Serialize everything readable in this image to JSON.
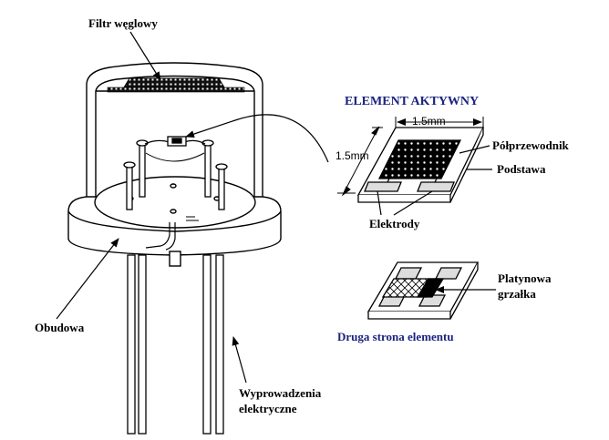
{
  "colors": {
    "accent": "#1a237e",
    "ink": "#000000"
  },
  "labels": {
    "filter": "Filtr węglowy",
    "active_element": "ELEMENT AKTYWNY",
    "dim_top": "1.5mm",
    "dim_left": "1.5mm",
    "semiconductor": "Półprzewodnik",
    "substrate": "Podstawa",
    "electrodes": "Elektrody",
    "heater_line1": "Platynowa",
    "heater_line2": "grzałka",
    "back_side": "Druga strona elementu",
    "housing": "Obudowa",
    "leads_line1": "Wyprowadzenia",
    "leads_line2": "elektryczne"
  }
}
